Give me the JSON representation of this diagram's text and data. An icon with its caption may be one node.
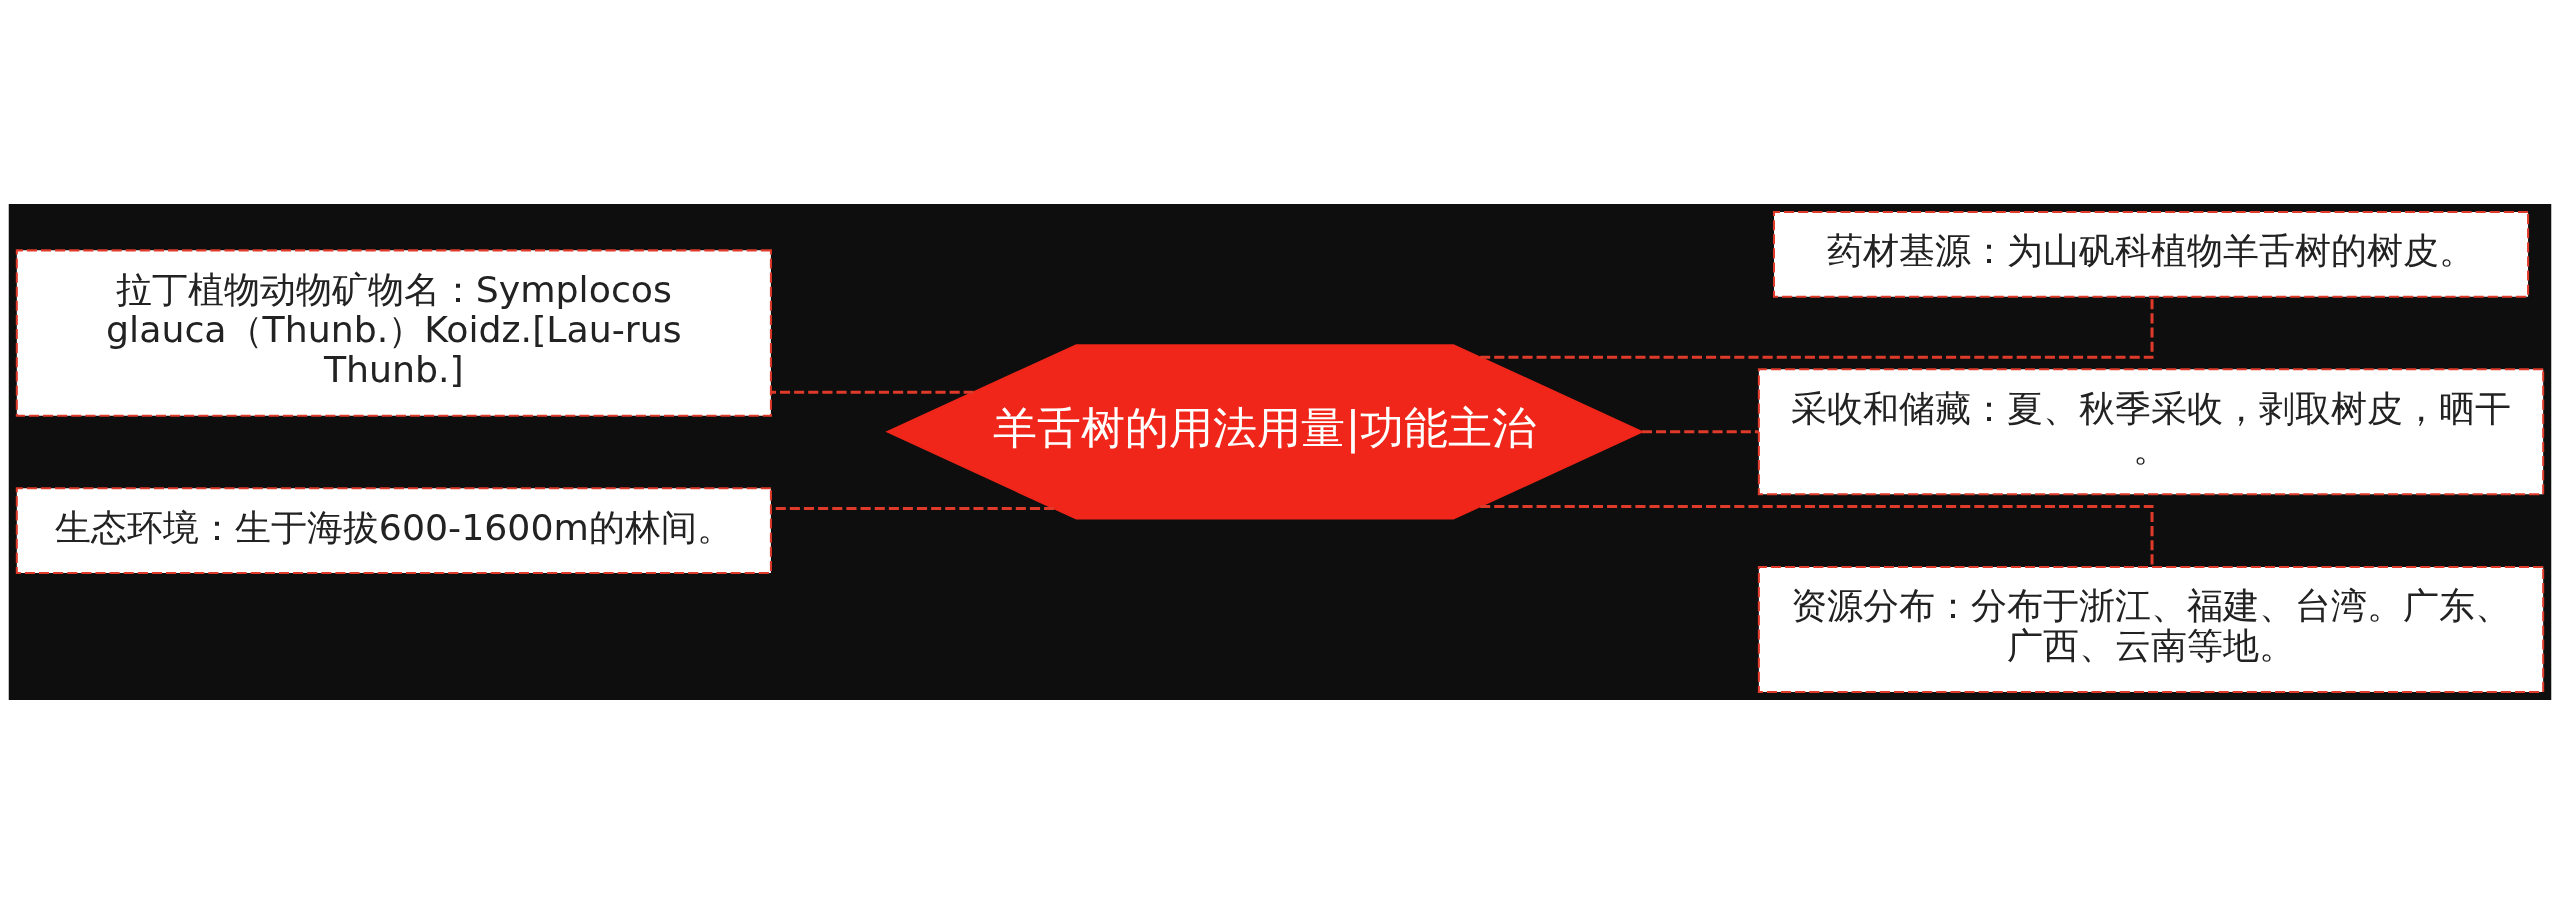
{
  "diagram": {
    "nodes": [
      {
        "text": [
          "羊舌树的用法用量|功能主治"
        ]
      },
      {
        "text": [
          "拉丁植物动物矿物名：Symplocos glauca（Thunb.）Koidz.[Lau-rus Thunb.]"
        ]
      },
      {
        "text": [
          "生态环境：生于海拔600-1600m的林间。"
        ]
      },
      {
        "text": [
          "药材基源：为山矾科植物羊舌树的树皮。"
        ]
      },
      {
        "text": [
          "采收和储藏：夏、秋季采收，剥取树皮，晒干。"
        ]
      },
      {
        "text": [
          "资源分布：分布于浙江、福建、台湾。广东、广西、云南等地。"
        ]
      }
    ],
    "edges": [
      {
        "from": 0,
        "to": 1,
        "arrow": "none",
        "style": "dashed"
      },
      {
        "from": 0,
        "to": 2,
        "arrow": "none",
        "style": "dashed"
      },
      {
        "from": 0,
        "to": 3,
        "arrow": "none",
        "style": "dashed"
      },
      {
        "from": 0,
        "to": 4,
        "arrow": "none",
        "style": "dashed"
      },
      {
        "from": 0,
        "to": 5,
        "arrow": "none",
        "style": "dashed"
      }
    ]
  }
}
